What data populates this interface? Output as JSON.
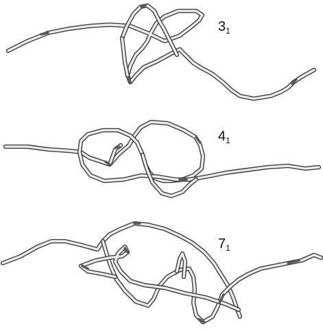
{
  "knots": [
    {
      "id": "trefoil",
      "label_main": "3",
      "label_sub": "1"
    },
    {
      "id": "figure-eight",
      "label_main": "4",
      "label_sub": "1"
    },
    {
      "id": "seven-one",
      "label_main": "7",
      "label_sub": "1"
    }
  ],
  "colors": {
    "tube_fill": "#ececec",
    "tube_outline": "#3c3c3c",
    "tube_shade": "#5a5a5a",
    "background": "#ffffff"
  }
}
